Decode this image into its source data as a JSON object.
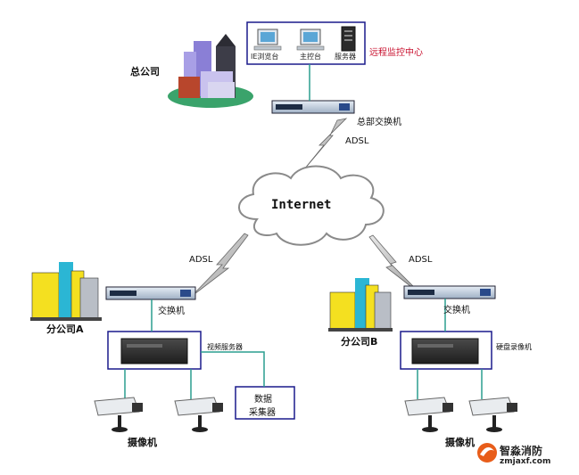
{
  "hq": {
    "label": "总公司",
    "monitor_center": "远程监控中心",
    "ie_browser": "IE浏览台",
    "main_console": "主控台",
    "server": "服务器",
    "hq_switch": "总部交换机"
  },
  "network": {
    "internet": "Internet",
    "adsl_top": "ADSL",
    "adsl_left": "ADSL",
    "adsl_right": "ADSL"
  },
  "branch_a": {
    "label": "分公司A",
    "switch": "交换机",
    "video_server": "视频服务器",
    "data_collector_line1": "数据",
    "data_collector_line2": "采集器",
    "camera": "摄像机"
  },
  "branch_b": {
    "label": "分公司B",
    "switch": "交换机",
    "dvr": "硬盘录像机",
    "camera": "摄像机"
  },
  "watermark": {
    "name": "智淼消防",
    "url": "zmjaxf.com"
  },
  "colors": {
    "line": "#2a9d8f",
    "box_border": "#1a1a8c",
    "red_text": "#c8102e"
  }
}
